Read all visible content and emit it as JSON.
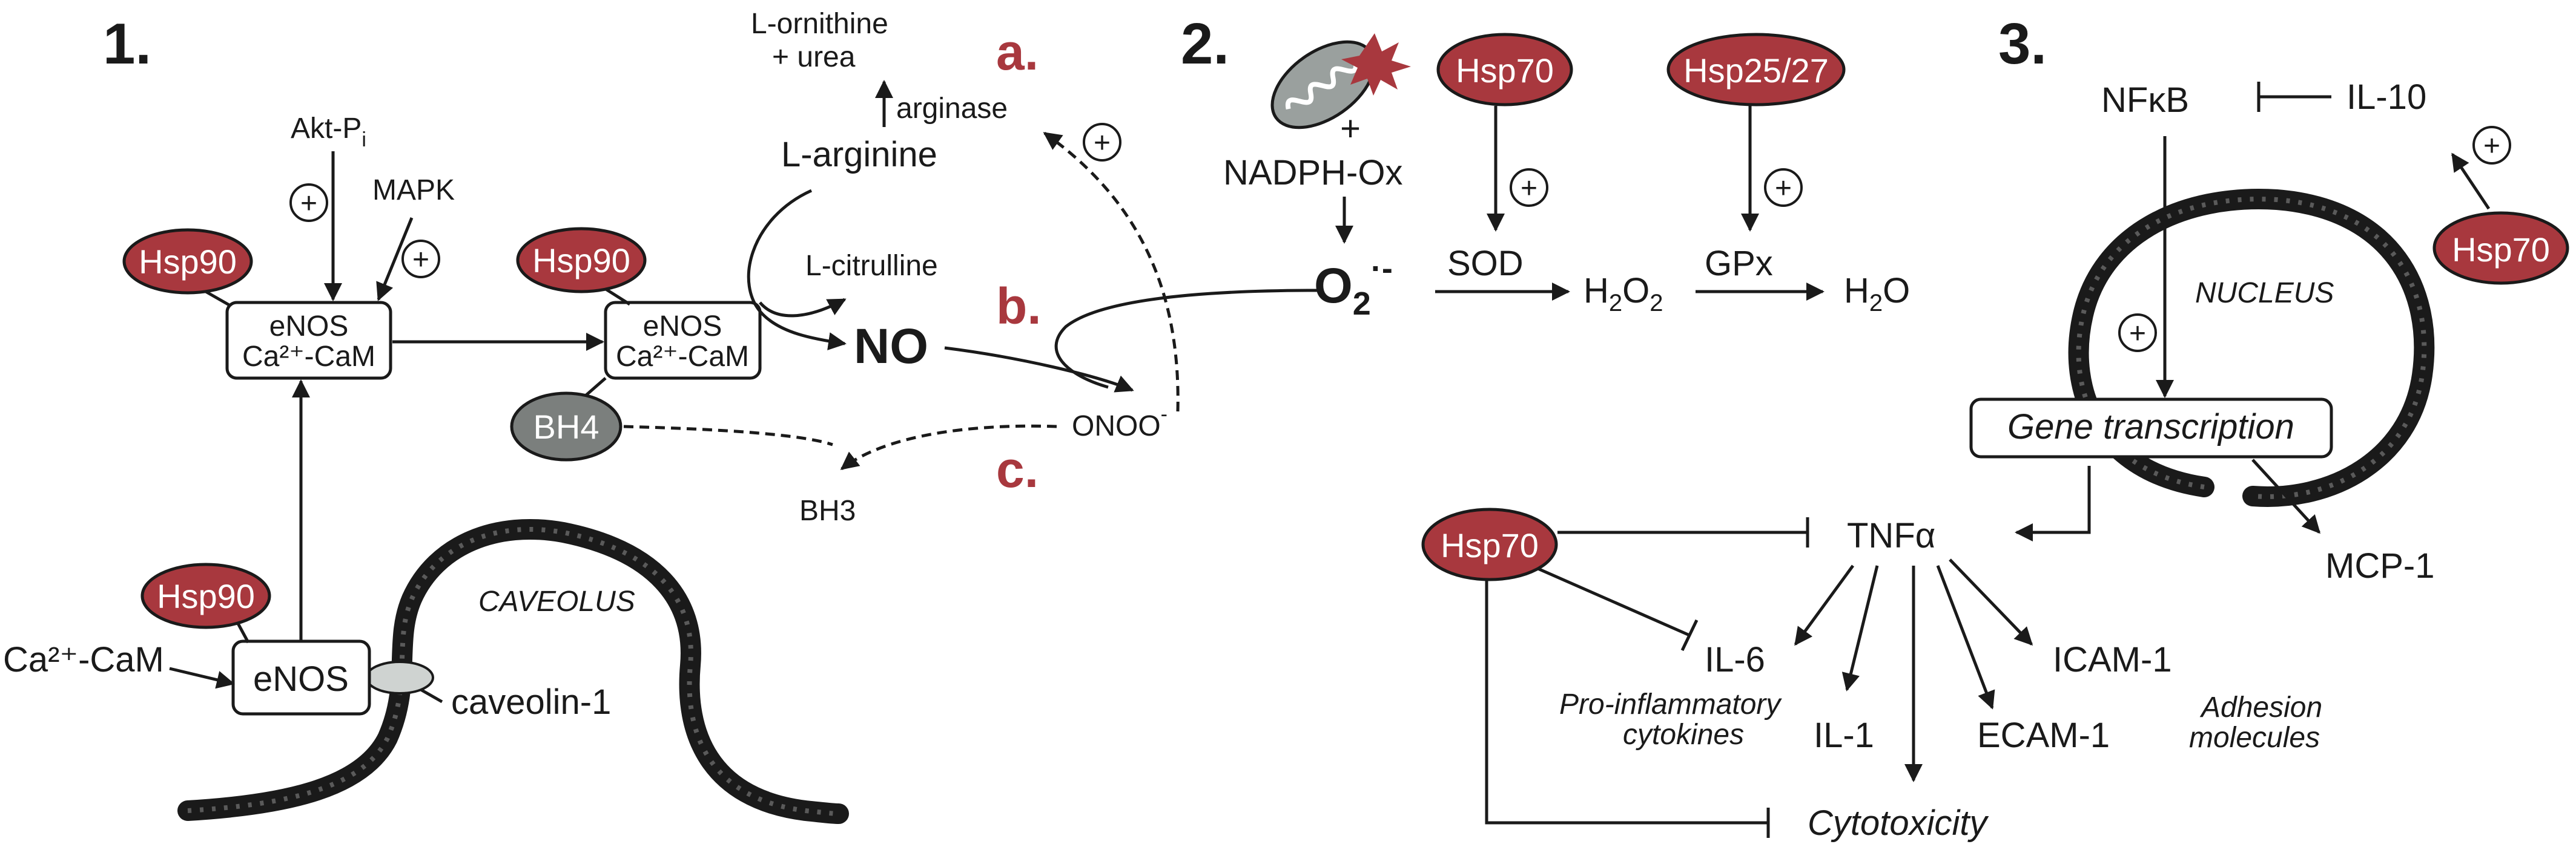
{
  "panel1": {
    "number": "1.",
    "hsp90": "Hsp90",
    "akt": "Akt-P",
    "akt_sub": "i",
    "mapk": "MAPK",
    "enos": "eNOS",
    "enos_complex_line2": "Ca²⁺-CaM",
    "bh4": "BH4",
    "ca_cam": "Ca²⁺-CaM",
    "caveolus": "CAVEOLUS",
    "caveolin": "caveolin-1",
    "l_ornithine": "L-ornithine",
    "plus_urea": "+ urea",
    "arginase": "arginase",
    "l_arginine": "L-arginine",
    "l_citrulline": "L-citrulline",
    "no": "NO",
    "onoo": "ONOO",
    "onoo_sup": "-",
    "bh3": "BH3",
    "letter_a": "a.",
    "letter_b": "b.",
    "letter_c": "c.",
    "plus": "+"
  },
  "panel2": {
    "number": "2.",
    "plus_text": "+",
    "nadph": "NADPH-Ox",
    "hsp70": "Hsp70",
    "hsp2527": "Hsp25/27",
    "o2": "O",
    "o2_sub": "2",
    "o2_sup": "·-",
    "sod": "SOD",
    "h2o2_a": "H",
    "h2o2_sub1": "2",
    "h2o2_b": "O",
    "h2o2_sub2": "2",
    "gpx": "GPx",
    "h2o_a": "H",
    "h2o_sub": "2",
    "h2o_b": "O",
    "plus": "+"
  },
  "panel3": {
    "number": "3.",
    "nfkb": "NFκB",
    "il10": "IL-10",
    "hsp70": "Hsp70",
    "nucleus": "NUCLEUS",
    "gene_transcription": "Gene transcription",
    "tnfa": "TNFα",
    "mcp1": "MCP-1",
    "il6": "IL-6",
    "il1": "IL-1",
    "ecam": "ECAM-1",
    "icam": "ICAM-1",
    "pro_inflammatory_1": "Pro-inflammatory",
    "pro_inflammatory_2": "cytokines",
    "adhesion_1": "Adhesion",
    "adhesion_2": "molecules",
    "cytotoxicity": "Cytotoxicity",
    "plus": "+"
  },
  "colors": {
    "hsp_red": "#a8383e",
    "bh4_gray": "#7b7f7d",
    "caveolin_light": "#cfd3d1",
    "ink": "#1a1a1a"
  }
}
